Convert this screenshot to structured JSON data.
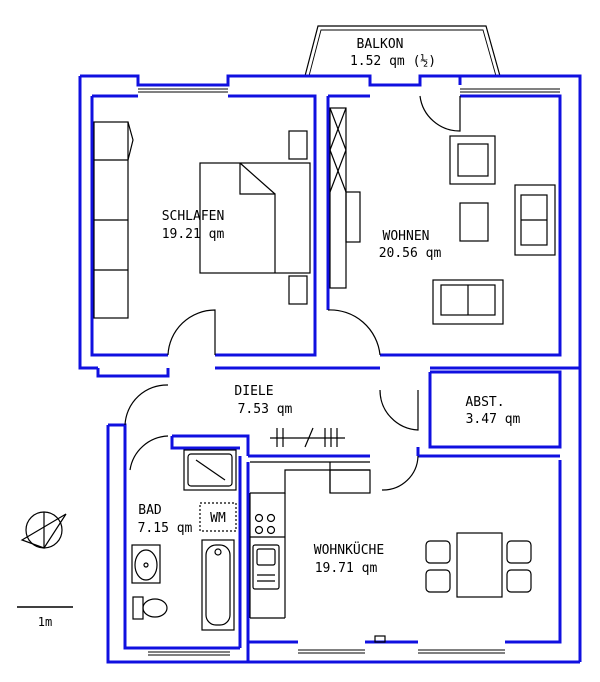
{
  "colors": {
    "wall": "#1010e0",
    "line": "#000000",
    "background": "#ffffff"
  },
  "rooms": {
    "balkon": {
      "name": "BALKON",
      "area": "1.52 qm (½)"
    },
    "schlafen": {
      "name": "SCHLAFEN",
      "area": "19.21 qm"
    },
    "wohnen": {
      "name": "WOHNEN",
      "area": "20.56 qm"
    },
    "diele": {
      "name": "DIELE",
      "area": "7.53 qm"
    },
    "abst": {
      "name": "ABST.",
      "area": "3.47 qm"
    },
    "bad": {
      "name": "BAD",
      "area": "7.15 qm"
    },
    "wohnkueche": {
      "name": "WOHNKÜCHE",
      "area": "19.71 qm"
    }
  },
  "fixtures": {
    "washing_machine": "WM"
  },
  "scale_bar": {
    "label": "1m"
  },
  "icons": {
    "north": "compass-north-icon"
  }
}
